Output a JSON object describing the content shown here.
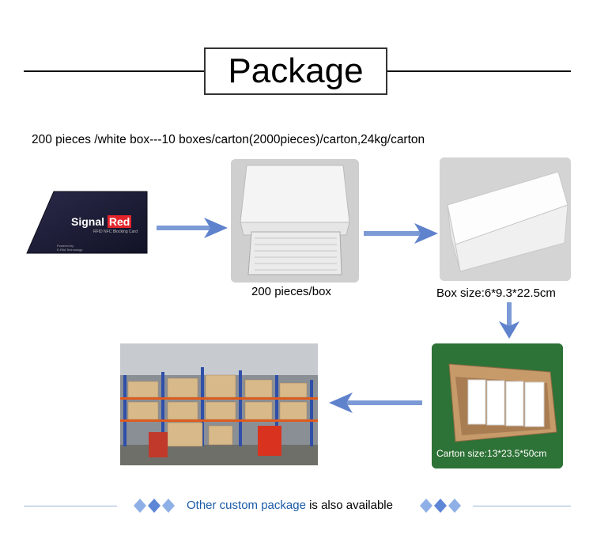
{
  "title": "Package",
  "description": "200 pieces /white box---10 boxes/carton(2000pieces)/carton,24kg/carton",
  "card": {
    "brand_main": "Signal",
    "brand_accent": "Red",
    "tagline": "RFID NFC Blocking Card",
    "powered": "Powered by",
    "powered_by": "E-Rfid Technology"
  },
  "captions": {
    "box_open": "200 pieces/box",
    "box_size": "Box size:6*9.3*22.5cm",
    "carton_size": "Carton size:13*23.5*50cm"
  },
  "footer": {
    "highlight": "Other custom package",
    "rest": " is also available"
  },
  "colors": {
    "arrow": "#6f8fd0",
    "card_bg": "#1e1e3a",
    "accent_red": "#e3242b",
    "footer_blue": "#1a5aa8",
    "carton_bg": "#2c6e34"
  }
}
